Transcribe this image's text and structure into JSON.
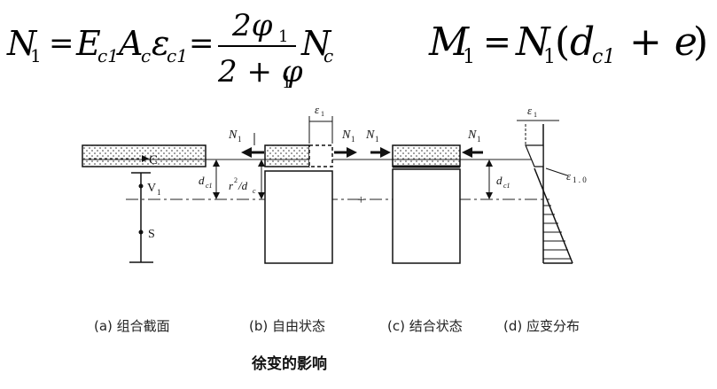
{
  "formula_left": {
    "lhs": "N",
    "lhs_sub": "1",
    "eq1": "=",
    "e_term": "E",
    "e_sub": "c1",
    "a_term": "A",
    "a_sub": "c",
    "eps_term": "ε",
    "eps_sub": "c1",
    "eq2": "=",
    "num": "2φ",
    "num_sub": "1",
    "den": "2 + φ",
    "den_sub": "1",
    "n_term": "N",
    "n_sub": "c"
  },
  "formula_right": {
    "m": "M",
    "m_sub": "1",
    "eq": "=",
    "n": "N",
    "n_sub": "1",
    "paren_open": "(",
    "d": "d",
    "d_sub": "c1",
    "plus_e": "+ e",
    "paren_close": ")"
  },
  "diagram": {
    "label_C": "C",
    "label_V1": "V",
    "label_V1_sub": "1",
    "label_S": "S",
    "label_dc1_a": "d",
    "label_dc1_a_sub": "c1",
    "label_r2dc": "r",
    "label_r2dc_sup": "2",
    "label_r2dc_rest": "/d",
    "label_r2dc_sub": "c",
    "label_N1_b_left": "N",
    "label_N1_b_left_sub": "1",
    "label_N1_b_right": "N",
    "label_N1_b_right_sub": "1",
    "label_eps1_b": "ε",
    "label_eps1_b_sub": "1",
    "label_N1_c_left": "N",
    "label_N1_c_left_sub": "1",
    "label_N1_c_right": "N",
    "label_N1_c_right_sub": "1",
    "label_dc1_c": "d",
    "label_dc1_c_sub": "c1",
    "label_plus": "+",
    "label_eps1_d": "ε",
    "label_eps1_d_sub": "1",
    "label_eps10": "ε",
    "label_eps10_sub": "1 . 0"
  },
  "captions": {
    "a": "(a) 组合截面",
    "b": "(b) 自由状态",
    "c": "(c) 结合状态",
    "d": "(d) 应变分布"
  },
  "title": "徐变的影响"
}
